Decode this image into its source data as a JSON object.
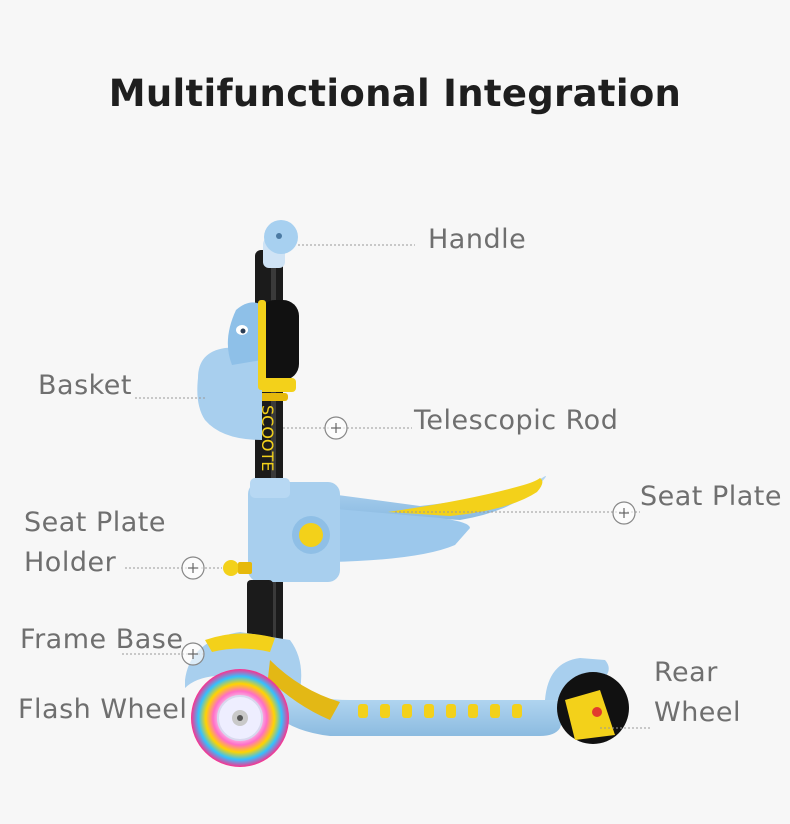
{
  "page": {
    "title": "Multifunctional Integration"
  },
  "labels": {
    "handle": "Handle",
    "basket": "Basket",
    "telescopic_rod": "Telescopic Rod",
    "seat_plate": "Seat Plate",
    "seat_plate_holder": [
      "Seat Plate",
      "Holder"
    ],
    "frame_base": "Frame Base",
    "flash_wheel": "Flash Wheel",
    "rear_wheel": [
      "Rear",
      "Wheel"
    ]
  },
  "colors": {
    "body_blue": "#a8cfee",
    "accent_yellow": "#f3d11a",
    "rod_black": "#1b1b1b",
    "label_gray": "#6f6f6f",
    "line_gray": "#9a9a9a"
  }
}
